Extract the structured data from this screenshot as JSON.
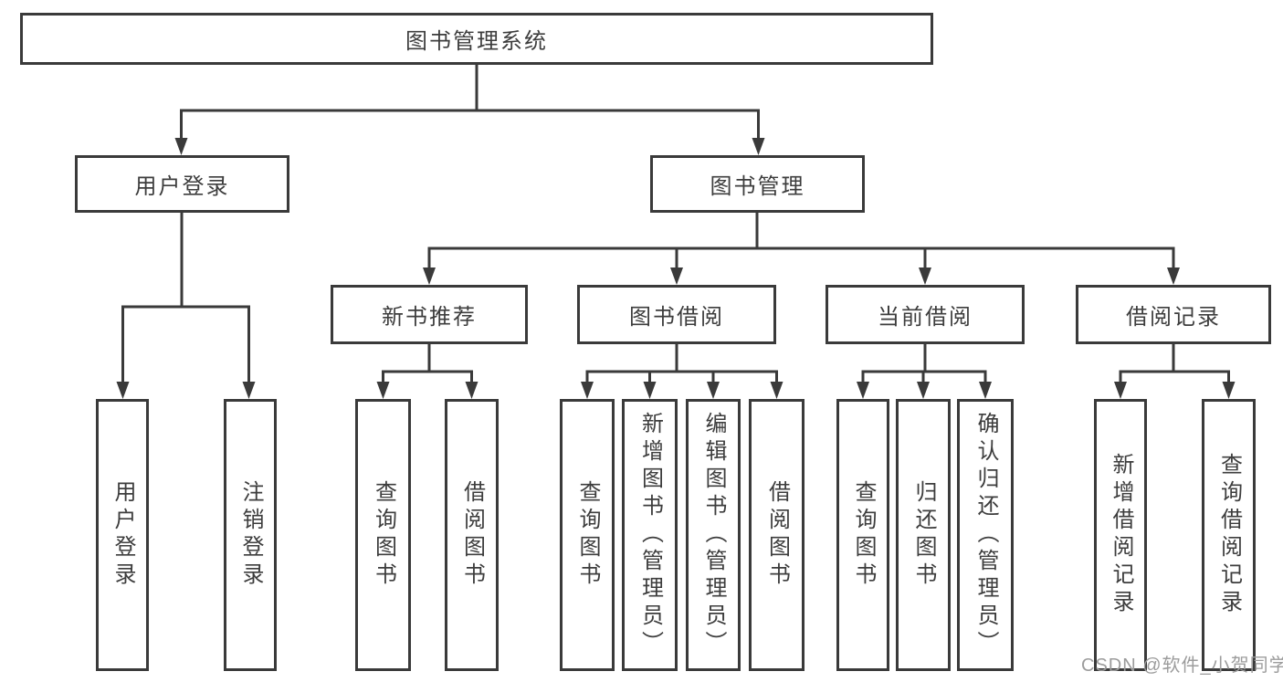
{
  "diagram": {
    "root": {
      "label": "图书管理系统"
    },
    "branches": [
      {
        "label": "用户登录",
        "children": [
          "用户登录",
          "注销登录"
        ]
      },
      {
        "label": "图书管理",
        "groups": [
          {
            "label": "新书推荐",
            "children": [
              "查询图书",
              "借阅图书"
            ]
          },
          {
            "label": "图书借阅",
            "children": [
              "查询图书",
              "新增图书（管理员）",
              "编辑图书（管理员）",
              "借阅图书"
            ]
          },
          {
            "label": "当前借阅",
            "children": [
              "查询图书",
              "归还图书",
              "确认归还（管理员）"
            ]
          },
          {
            "label": "借阅记录",
            "children": [
              "新增借阅记录",
              "查询借阅记录"
            ]
          }
        ]
      }
    ]
  },
  "watermark": {
    "text": "CSDN @软件_小贺同学"
  },
  "colors": {
    "line": "#3a3a3a",
    "text": "#3d3d3d",
    "box_background": "#ffffff",
    "watermark": "#9c9c9c",
    "background": "#ffffff"
  }
}
